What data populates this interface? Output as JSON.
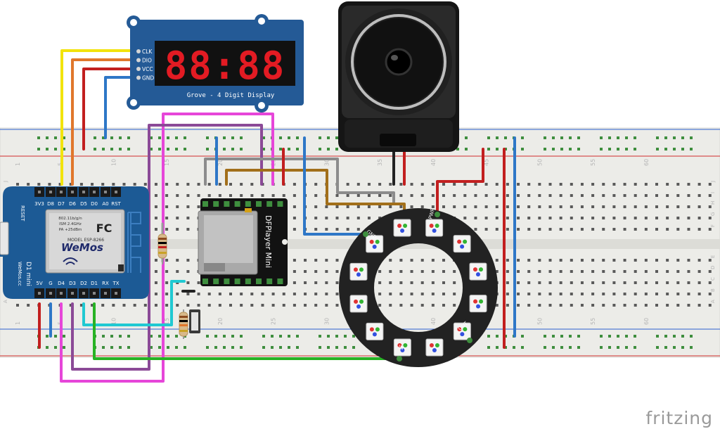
{
  "breadboard": {
    "column_numbers": [
      "1",
      "5",
      "10",
      "15",
      "20",
      "25",
      "30",
      "35",
      "40",
      "45",
      "50",
      "55",
      "60"
    ],
    "row_letters_top": [
      "J",
      "I",
      "H",
      "G",
      "F"
    ],
    "row_letters_bottom": [
      "E",
      "D",
      "C",
      "B",
      "A"
    ]
  },
  "display_module": {
    "digits": "88:88",
    "caption": "Grove - 4 Digit Display",
    "pins": [
      "CLK",
      "DIO",
      "VCC",
      "GND"
    ]
  },
  "wemos": {
    "top_pins": [
      "3V3",
      "D8",
      "D7",
      "D6",
      "D5",
      "D0",
      "A0",
      "RST"
    ],
    "bottom_pins": [
      "5V",
      "G",
      "D4",
      "D3",
      "D2",
      "D1",
      "RX",
      "TX"
    ],
    "reset_label": "RESET",
    "board_name": "D1 mini",
    "brand": "WeMos",
    "site": "WeMos.cc",
    "module_brand": "WeMos",
    "module_model": "MODEL ESP-8266",
    "module_freq": "ISM 2.4GHz",
    "module_power": "PA +25dBm",
    "module_std": "802.11b/g/n",
    "fcc": "FC"
  },
  "dfplayer": {
    "name": "DFPlayer Mini"
  },
  "neopixel": {
    "labels": [
      "GND",
      "PWR",
      "OUT",
      "IN"
    ]
  },
  "watermark": "fritzing",
  "colors": {
    "board_bg": "#ecece8",
    "board_edge": "#d9d9d4",
    "rail_red": "#d12b2b",
    "rail_blue": "#2b5fd1",
    "hole_green": "#3e8e3e",
    "hole_gray": "#5a5a5a",
    "wemos_blue": "#1c5a95",
    "display_blue": "#245a96",
    "segment_red": "#e31b23",
    "wire_yellow": "#f2e30c",
    "wire_orange": "#e0772c",
    "wire_red": "#c21f1f",
    "wire_blue": "#2e77c7",
    "wire_pink": "#e646d9",
    "wire_purple": "#8b4a97",
    "wire_gray": "#8c8c8c",
    "wire_brown": "#a26f1a",
    "wire_cyan": "#20c9d2",
    "wire_green": "#27b324",
    "watermark_gray": "#9a9a9a"
  }
}
